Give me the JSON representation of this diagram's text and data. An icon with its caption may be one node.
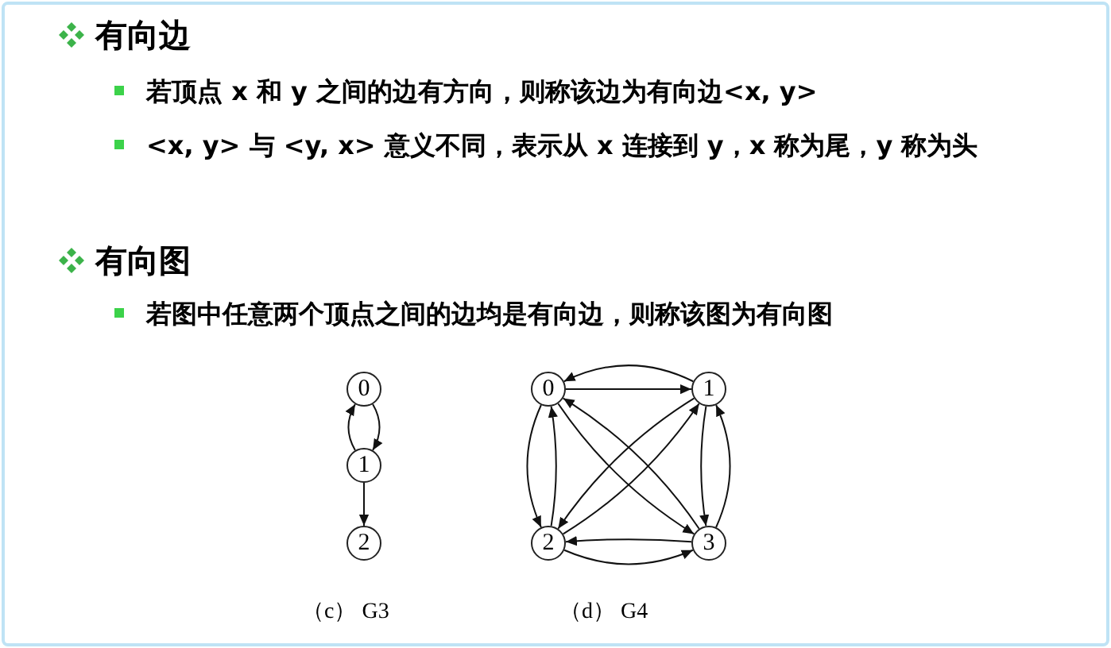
{
  "diagram": {
    "nodes": [
      {
        "text": [
          "0"
        ]
      },
      {
        "text": [
          "1"
        ]
      },
      {
        "text": [
          "2"
        ]
      },
      {
        "text": [
          "0"
        ]
      },
      {
        "text": [
          "1"
        ]
      },
      {
        "text": [
          "2"
        ]
      },
      {
        "text": [
          "3"
        ]
      }
    ],
    "edges": [
      {
        "from": 0,
        "to": 1,
        "arrow": "to"
      },
      {
        "from": 1,
        "to": 0,
        "arrow": "to"
      },
      {
        "from": 1,
        "to": 2,
        "arrow": "to"
      },
      {
        "from": 3,
        "to": 4,
        "arrow": "to"
      },
      {
        "from": 4,
        "to": 3,
        "arrow": "to"
      },
      {
        "from": 3,
        "to": 5,
        "arrow": "to"
      },
      {
        "from": 5,
        "to": 3,
        "arrow": "to"
      },
      {
        "from": 4,
        "to": 6,
        "arrow": "to"
      },
      {
        "from": 6,
        "to": 4,
        "arrow": "to"
      },
      {
        "from": 6,
        "to": 5,
        "arrow": "to"
      },
      {
        "from": 5,
        "to": 6,
        "arrow": "to"
      },
      {
        "from": 3,
        "to": 6,
        "arrow": "to"
      },
      {
        "from": 6,
        "to": 3,
        "arrow": "to"
      },
      {
        "from": 4,
        "to": 5,
        "arrow": "to"
      },
      {
        "from": 5,
        "to": 4,
        "arrow": "to"
      }
    ],
    "labels": [
      "有向边",
      "若顶点 x 和 y 之间的边有方向，则称该边为有向边<x, y>",
      "<x, y> 与 <y, x> 意义不同，表示从 x 连接到 y，x 称为尾，y 称为头",
      "有向图",
      "若图中任意两个顶点之间的边均是有向边，则称该图为有向图",
      "（c） G3",
      "（d） G4"
    ]
  }
}
